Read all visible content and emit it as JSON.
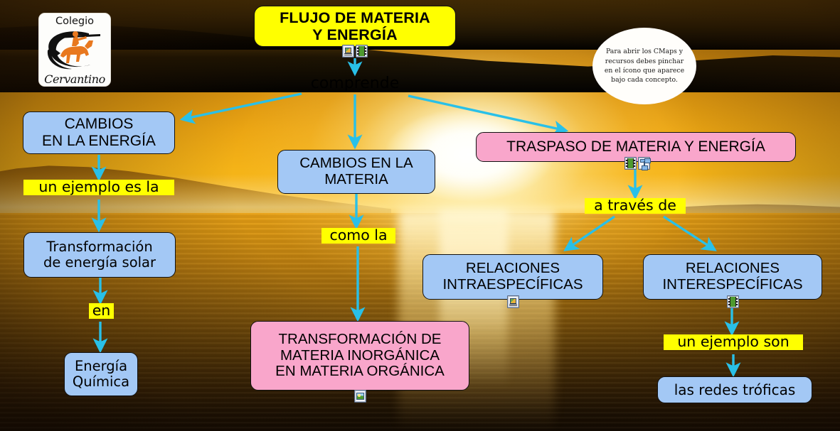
{
  "colors": {
    "title_fill": "#ffff00",
    "concept_blue": "#a3c8f5",
    "concept_pink": "#f9a6cb",
    "link_highlight": "#ffff00",
    "arrow": "#29c0e8",
    "node_border": "#111111",
    "text": "#000000"
  },
  "logo": {
    "top_text": "Colegio",
    "bottom_text": "Cervantino",
    "emblem_name": "quixote-on-horseback-emblem"
  },
  "note": {
    "text": "Para abrir los CMaps y  recursos debes pinchar en el ícono que aparece bajo cada concepto."
  },
  "title": {
    "label": "FLUJO DE MATERIA\nY ENERGÍA",
    "icons": [
      "document-icon",
      "film-icon"
    ]
  },
  "links": {
    "comprende": "comprende",
    "un_ejemplo_es_la": "un ejemplo es la",
    "en": "en",
    "como_la": "como la",
    "a_traves_de": "a través de",
    "un_ejemplo_son": "un ejemplo son"
  },
  "concepts": {
    "cambios_energia": {
      "label": "CAMBIOS\nEN LA ENERGÍA",
      "type": "blue",
      "icons": []
    },
    "transformacion_solar": {
      "label": "Transformación\nde energía solar",
      "type": "blue",
      "icons": []
    },
    "energia_quimica": {
      "label": "Energía\nQuímica",
      "type": "blue",
      "icons": []
    },
    "cambios_materia": {
      "label": "CAMBIOS EN LA\nMATERIA",
      "type": "blue",
      "icons": []
    },
    "transformacion_inorganica": {
      "label": "TRANSFORMACIÓN DE\nMATERIA INORGÁNICA\nEN MATERIA ORGÁNICA",
      "type": "pink",
      "icons": [
        "picture-icon"
      ]
    },
    "traspaso": {
      "label": "TRASPASO DE MATERIA Y ENERGÍA",
      "type": "pink",
      "icons": [
        "film-icon",
        "concept-map-icon"
      ]
    },
    "intraespecificas": {
      "label": "RELACIONES\nINTRAESPECÍFICAS",
      "type": "blue",
      "icons": [
        "document-icon"
      ]
    },
    "interespecificas": {
      "label": "RELACIONES\nINTERESPECÍFICAS",
      "type": "blue",
      "icons": [
        "film-icon"
      ]
    },
    "redes_troficas": {
      "label": "las redes tróficas",
      "type": "blue",
      "icons": []
    }
  },
  "background": {
    "scene": "ocean-sunset-photograph"
  }
}
